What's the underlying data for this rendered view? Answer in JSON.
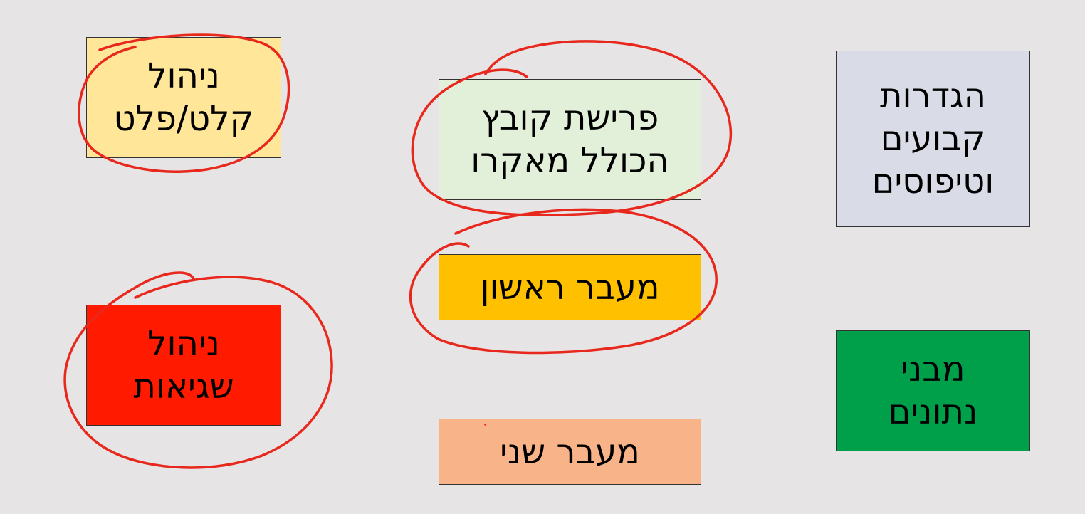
{
  "colors": {
    "background": "#e6e4e4",
    "annotation_stroke": "#e8271d"
  },
  "boxes": {
    "io": {
      "lines": [
        "ניהול",
        "קלט/פלט"
      ],
      "fill": "#ffe699",
      "circled": true
    },
    "errors": {
      "lines": [
        "ניהול",
        "שגיאות"
      ],
      "fill": "#ff1a00",
      "circled": true
    },
    "macro": {
      "lines": [
        "פרישת קובץ",
        "הכולל מאקרו"
      ],
      "fill": "#e2efd9",
      "circled": true
    },
    "first_pass": {
      "lines": [
        "מעבר ראשון"
      ],
      "fill": "#ffc000",
      "circled": true
    },
    "second_pass": {
      "lines": [
        "מעבר שני"
      ],
      "fill": "#f8b488",
      "circled": false
    },
    "constants": {
      "lines": [
        "הגדרות",
        "קבועים",
        "וטיפוסים"
      ],
      "fill": "#d9dce6",
      "circled": false
    },
    "data_structures": {
      "lines": [
        "מבני",
        "נתונים"
      ],
      "fill": "#00a04a",
      "circled": false
    }
  }
}
